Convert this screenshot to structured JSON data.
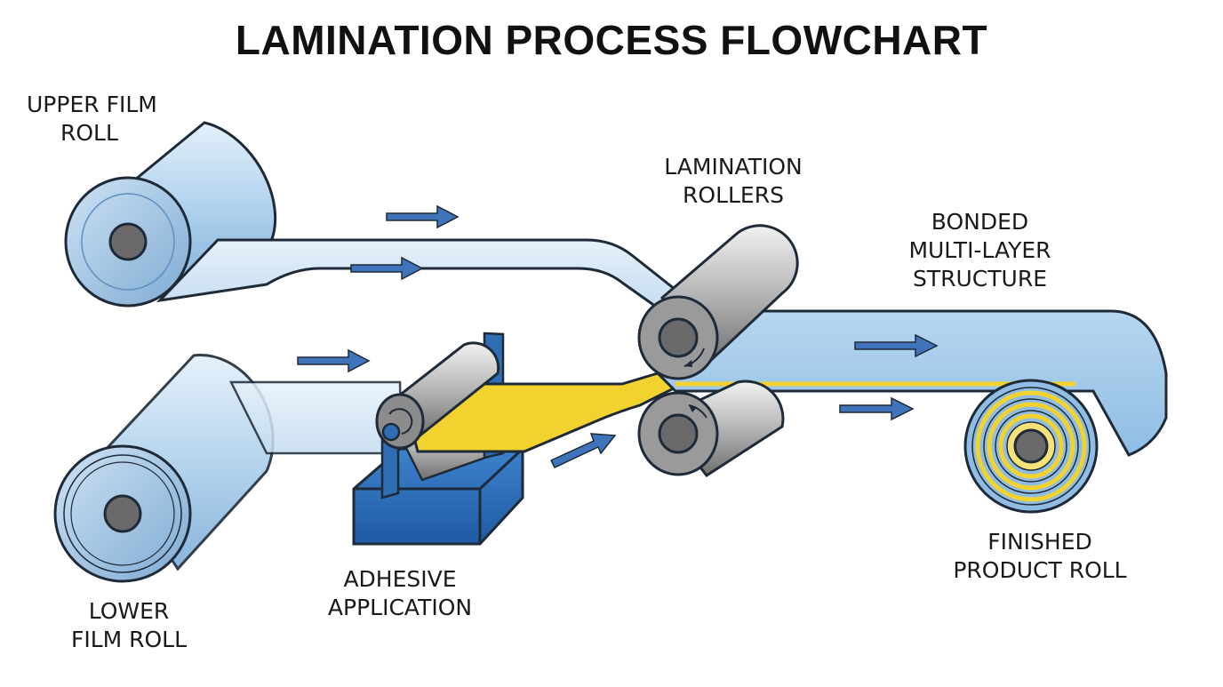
{
  "title": "LAMINATION PROCESS FLOWCHART",
  "labels": {
    "upper_roll": [
      "UPPER FILM",
      "ROLL"
    ],
    "lower_roll": [
      "LOWER",
      "FILM ROLL"
    ],
    "adhesive": [
      "ADHESIVE",
      "APPLICATION"
    ],
    "lamination_rollers": [
      "LAMINATION",
      "ROLLERS"
    ],
    "bonded": [
      "BONDED",
      "MULTI-LAYER",
      "STRUCTURE"
    ],
    "finished": [
      "FINISHED",
      "PRODUCT ROLL"
    ]
  },
  "colors": {
    "film": "#c5def2",
    "film_roll": "#9cc4e6",
    "adhesive": "#f2d22e",
    "tray": "#2f6db5",
    "roller": "#9a9a9a",
    "arrow": "#3f74bb",
    "outline": "#1e2a38"
  }
}
